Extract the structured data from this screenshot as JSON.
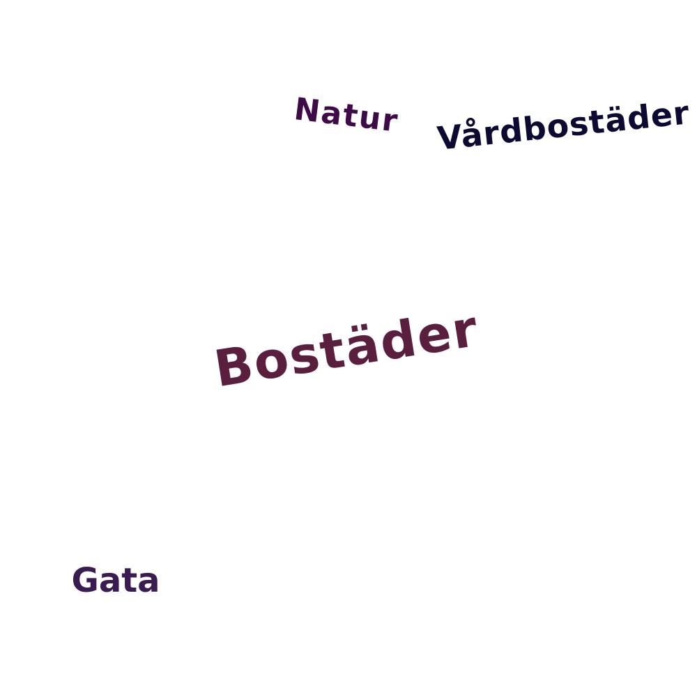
{
  "words": [
    {
      "key": "bostader",
      "text": "Bostäder",
      "color": "#5a1e3f"
    },
    {
      "key": "natur",
      "text": "Natur",
      "color": "#3e0a47"
    },
    {
      "key": "vardbostader",
      "text": "Vårdbostäder",
      "color": "#0c0a33"
    },
    {
      "key": "gata",
      "text": "Gata",
      "color": "#3a1b52"
    }
  ]
}
